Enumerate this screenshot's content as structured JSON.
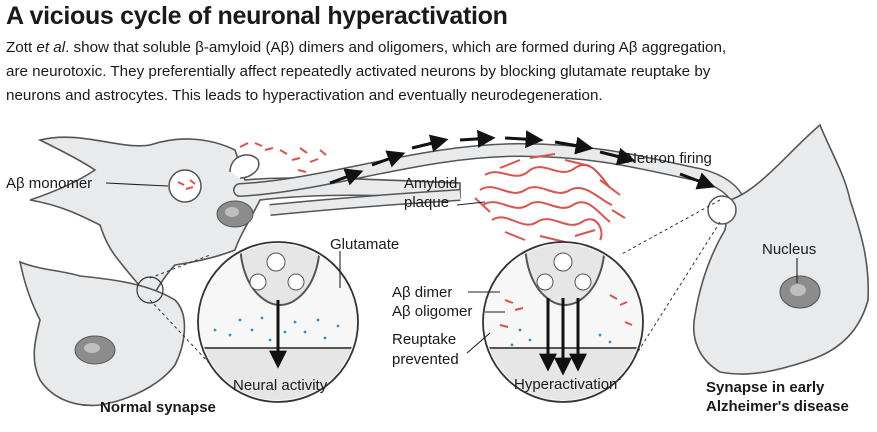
{
  "figure": {
    "title": "A vicious cycle of neuronal hyperactivation",
    "caption": {
      "authors": "Zott ",
      "et_al": "et al",
      "rest_line1": ". show that soluble β-amyloid (Aβ) dimers and oligomers, which are formed during Aβ aggregation,",
      "line2": "are neurotoxic. They preferentially affect repeatedly activated neurons by blocking glutamate reuptake by",
      "line3": "neurons and astrocytes. This leads to hyperactivation and eventually neurodegeneration."
    }
  },
  "labels": {
    "ab_monomer": "Aβ monomer",
    "glutamate": "Glutamate",
    "neural_activity": "Neural activity",
    "normal_synapse": "Normal synapse",
    "amyloid_plaque_line1": "Amyloid",
    "amyloid_plaque_line2": "plaque",
    "neuron_firing": "Neuron firing",
    "nucleus": "Nucleus",
    "ab_dimer": "Aβ dimer",
    "ab_oligomer": "Aβ oligomer",
    "reuptake_line1": "Reuptake",
    "reuptake_line2": "prevented",
    "hyperactivation": "Hyperactivation",
    "early_ad_line1": "Synapse in early",
    "early_ad_line2": "Alzheimer's disease"
  },
  "colors": {
    "cell_fill": "#e9eaeb",
    "cell_stroke": "#555555",
    "nucleus_fill": "#8c8c8c",
    "amyloid_red": "#d9534f",
    "glutamate_blue": "#2b8fd6",
    "arrow_black": "#111111"
  }
}
